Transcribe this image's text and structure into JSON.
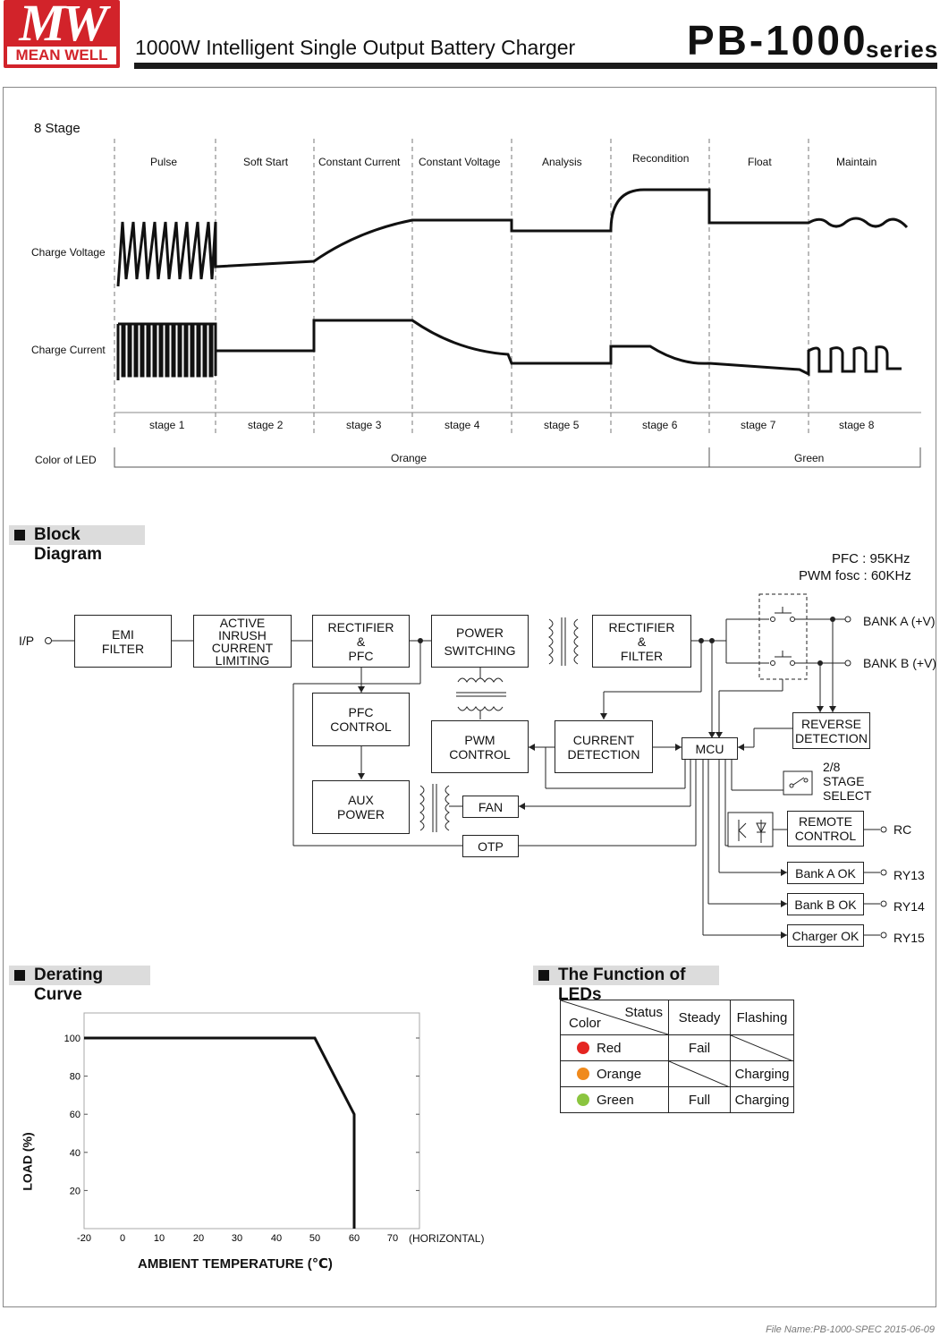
{
  "header": {
    "logo_mark": "MW",
    "logo_text": "MEAN WELL",
    "doc_title": "1000W Intelligent Single Output Battery Charger",
    "model": "PB-1000",
    "series_suffix": "series",
    "brand_color": "#d2232a"
  },
  "stage_chart": {
    "title": "8 Stage",
    "stage_names": [
      "Pulse",
      "Soft Start",
      "Constant Current",
      "Constant Voltage",
      "Analysis",
      "Recondition",
      "Float",
      "Maintain"
    ],
    "stage_numbers": [
      "stage 1",
      "stage 2",
      "stage 3",
      "stage 4",
      "stage 5",
      "stage 6",
      "stage 7",
      "stage 8"
    ],
    "row_labels": {
      "voltage": "Charge Voltage",
      "current": "Charge Current"
    },
    "led_row_label": "Color of  LED",
    "led_segments": [
      {
        "label": "Orange",
        "stages": [
          1,
          6
        ]
      },
      {
        "label": "Green",
        "stages": [
          7,
          8
        ]
      }
    ]
  },
  "block_diagram": {
    "section_title": "Block Diagram",
    "freq_notes": [
      "PFC : 95KHz",
      "PWM fosc : 60KHz"
    ],
    "input_label": "I/P",
    "blocks": {
      "emi": "EMI\nFILTER",
      "inrush": "ACTIVE\nINRUSH\nCURRENT\nLIMITING",
      "rect_pfc": "RECTIFIER\n&\nPFC",
      "power_switching": "POWER\nSWITCHING",
      "rect_filter": "RECTIFIER\n&\nFILTER",
      "pfc_control": "PFC\nCONTROL",
      "pwm_control": "PWM\nCONTROL",
      "current_detection": "CURRENT\nDETECTION",
      "mcu": "MCU",
      "reverse_detection": "REVERSE\nDETECTION",
      "aux_power": "AUX\nPOWER",
      "fan": "FAN",
      "otp": "OTP",
      "remote_control": "REMOTE\nCONTROL",
      "bank_a_ok": "Bank A OK",
      "bank_b_ok": "Bank B OK",
      "charger_ok": "Charger OK"
    },
    "stage_select": "2/8\nSTAGE\nSELECT",
    "outputs": {
      "bank_a": "BANK A (+V)",
      "bank_b": "BANK B (+V)",
      "rc": "RC",
      "ry13": "RY13",
      "ry14": "RY14",
      "ry15": "RY15"
    }
  },
  "derating": {
    "section_title": "Derating Curve"
  },
  "chart_data": {
    "type": "line",
    "title": "",
    "xlabel": "AMBIENT TEMPERATURE (℃)",
    "ylabel": "LOAD (%)",
    "x_axis_note": "(HORIZONTAL)",
    "xticks": [
      -20,
      0,
      10,
      20,
      30,
      40,
      50,
      60,
      70
    ],
    "yticks": [
      20,
      40,
      60,
      80,
      100
    ],
    "xlim": [
      -20,
      70
    ],
    "ylim": [
      0,
      110
    ],
    "grid": false,
    "series": [
      {
        "x": [
          -20,
          50,
          60,
          60
        ],
        "y": [
          100,
          100,
          60,
          0
        ]
      }
    ]
  },
  "led_function": {
    "section_title": "The Function of LEDs",
    "header_status": "Status",
    "header_color": "Color",
    "columns": [
      "Steady",
      "Flashing"
    ],
    "rows": [
      {
        "color_name": "Red",
        "dot": "#e52521",
        "steady": "Fail",
        "flashing": ""
      },
      {
        "color_name": "Orange",
        "dot": "#f08a1c",
        "steady": "",
        "flashing": "Charging"
      },
      {
        "color_name": "Green",
        "dot": "#8bc53f",
        "steady": "Full",
        "flashing": "Charging"
      }
    ]
  },
  "footer": {
    "file_name": "File Name:PB-1000-SPEC   2015-06-09"
  }
}
